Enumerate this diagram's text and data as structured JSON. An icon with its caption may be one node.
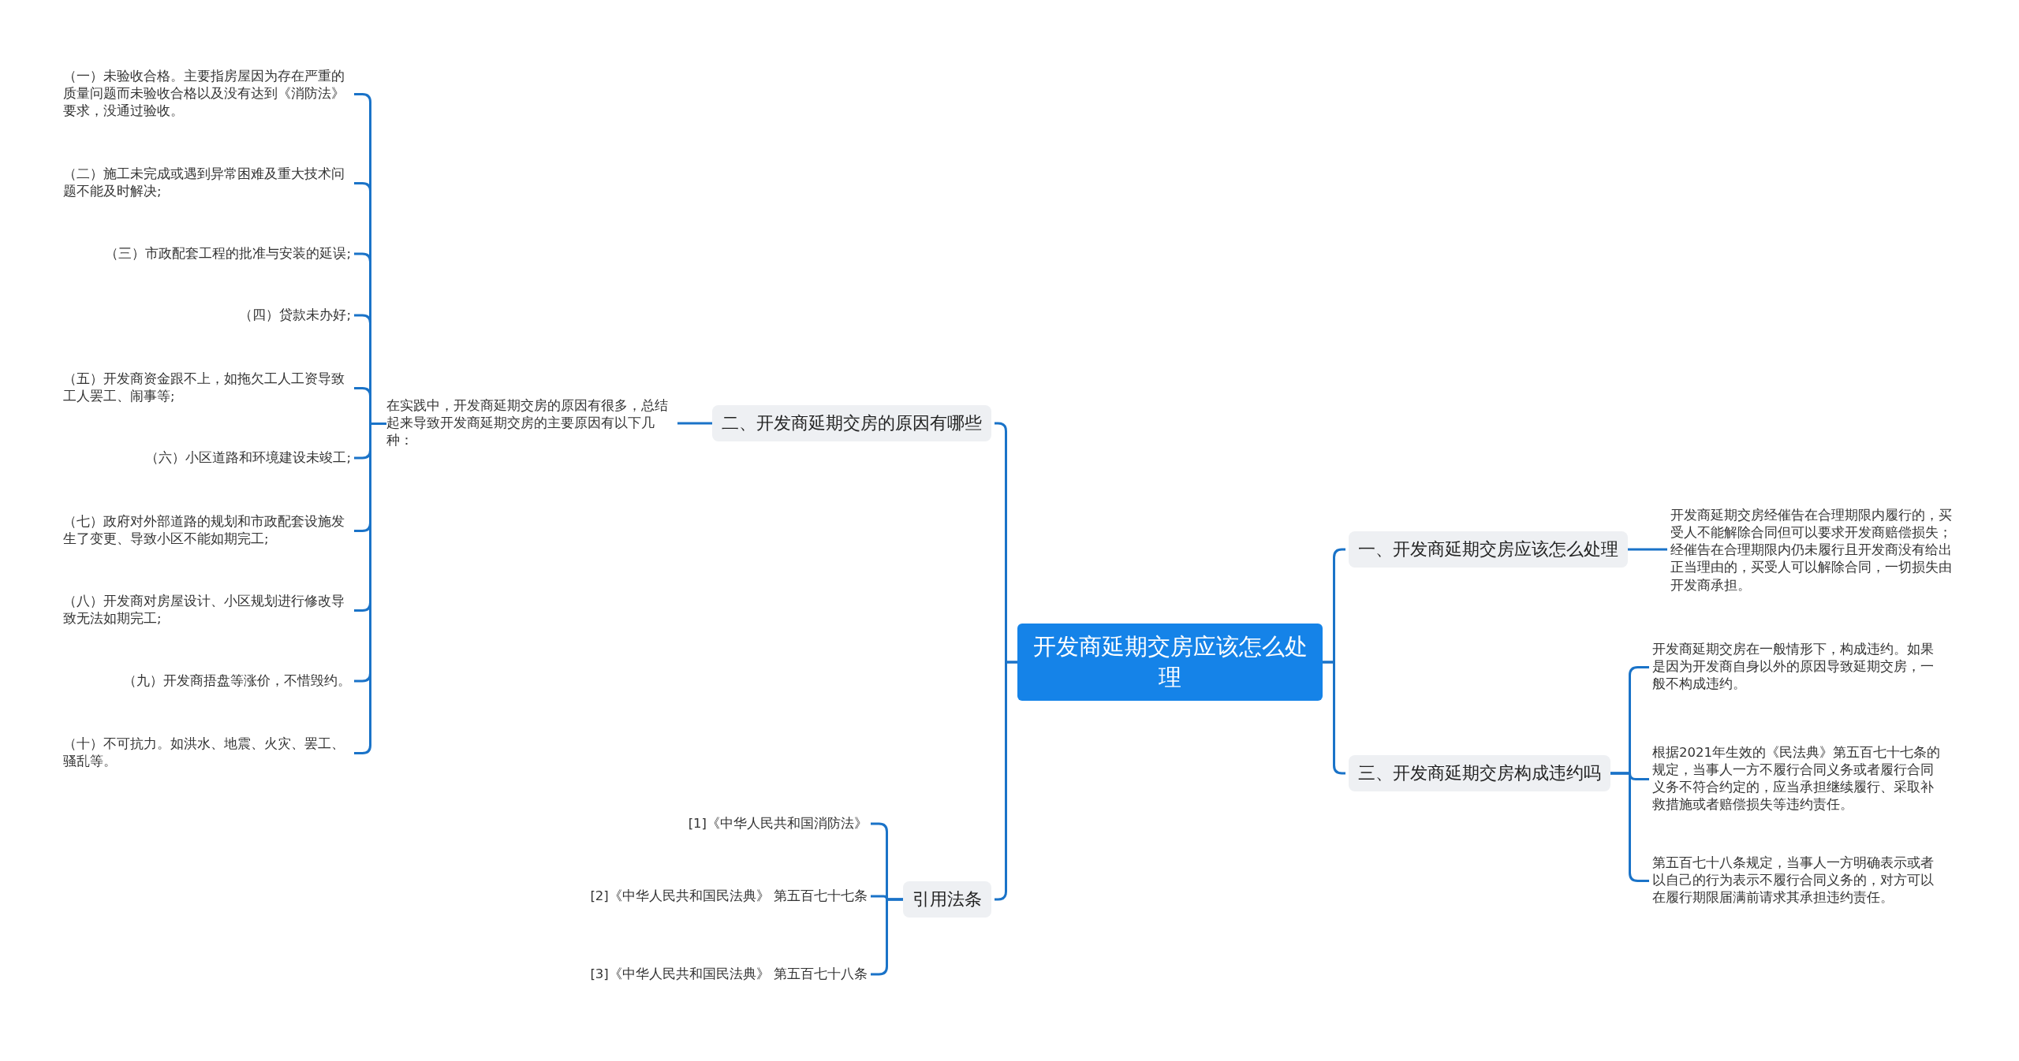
{
  "diagram": {
    "nodes": [
      {
        "text": [
          "开发商延期交房应该怎么处理"
        ]
      },
      {
        "text": [
          "二、开发商延期交房的原因有哪些"
        ]
      },
      {
        "text": [
          "在实践中，开发商延期交房的原因有很多，总结起来导致开发商延期交房的主要原因有以下几种："
        ]
      },
      {
        "text": [
          "（一）未验收合格。主要指房屋因为存在严重的质量问题而未验收合格以及没有达到《消防法》要求，没通过验收。"
        ]
      },
      {
        "text": [
          "（二）施工未完成或遇到异常困难及重大技术问题不能及时解决;"
        ]
      },
      {
        "text": [
          "（三）市政配套工程的批准与安装的延误;"
        ]
      },
      {
        "text": [
          "（四）贷款未办好;"
        ]
      },
      {
        "text": [
          "（五）开发商资金跟不上，如拖欠工人工资导致工人罢工、闹事等;"
        ]
      },
      {
        "text": [
          "（六）小区道路和环境建设未竣工;"
        ]
      },
      {
        "text": [
          "（七）政府对外部道路的规划和市政配套设施发生了变更、导致小区不能如期完工;"
        ]
      },
      {
        "text": [
          "（八）开发商对房屋设计、小区规划进行修改导致无法如期完工;"
        ]
      },
      {
        "text": [
          "（九）开发商捂盘等涨价，不惜毁约。"
        ]
      },
      {
        "text": [
          "（十）不可抗力。如洪水、地震、火灾、罢工、骚乱等。"
        ]
      },
      {
        "text": [
          "引用法条"
        ]
      },
      {
        "text": [
          "[1]《中华人民共和国消防法》"
        ]
      },
      {
        "text": [
          "[2]《中华人民共和国民法典》 第五百七十七条"
        ]
      },
      {
        "text": [
          "[3]《中华人民共和国民法典》 第五百七十八条"
        ]
      },
      {
        "text": [
          "一、开发商延期交房应该怎么处理"
        ]
      },
      {
        "text": [
          "开发商延期交房经催告在合理期限内履行的，买受人不能解除合同但可以要求开发商赔偿损失；经催告在合理期限内仍未履行且开发商没有给出正当理由的，买受人可以解除合同，一切损失由开发商承担。"
        ]
      },
      {
        "text": [
          "三、开发商延期交房构成违约吗"
        ]
      },
      {
        "text": [
          "开发商延期交房在一般情形下，构成违约。如果是因为开发商自身以外的原因导致延期交房，一般不构成违约。"
        ]
      },
      {
        "text": [
          "根据2021年生效的《民法典》第五百七十七条的规定，当事人一方不履行合同义务或者履行合同义务不符合约定的，应当承担继续履行、采取补救措施或者赔偿损失等违约责任。"
        ]
      },
      {
        "text": [
          "第五百七十八条规定，当事人一方明确表示或者以自己的行为表示不履行合同义务的，对方可以在履行期限届满前请求其承担违约责任。"
        ]
      }
    ],
    "edges": [
      {
        "from": 0,
        "to": 1,
        "arrow": "none"
      },
      {
        "from": 1,
        "to": 2,
        "arrow": "none"
      },
      {
        "from": 2,
        "to": 3,
        "arrow": "none"
      },
      {
        "from": 2,
        "to": 4,
        "arrow": "none"
      },
      {
        "from": 2,
        "to": 5,
        "arrow": "none"
      },
      {
        "from": 2,
        "to": 6,
        "arrow": "none"
      },
      {
        "from": 2,
        "to": 7,
        "arrow": "none"
      },
      {
        "from": 2,
        "to": 8,
        "arrow": "none"
      },
      {
        "from": 2,
        "to": 9,
        "arrow": "none"
      },
      {
        "from": 2,
        "to": 10,
        "arrow": "none"
      },
      {
        "from": 2,
        "to": 11,
        "arrow": "none"
      },
      {
        "from": 2,
        "to": 12,
        "arrow": "none"
      },
      {
        "from": 0,
        "to": 13,
        "arrow": "none"
      },
      {
        "from": 13,
        "to": 14,
        "arrow": "none"
      },
      {
        "from": 13,
        "to": 15,
        "arrow": "none"
      },
      {
        "from": 13,
        "to": 16,
        "arrow": "none"
      },
      {
        "from": 0,
        "to": 17,
        "arrow": "none"
      },
      {
        "from": 17,
        "to": 18,
        "arrow": "none"
      },
      {
        "from": 0,
        "to": 19,
        "arrow": "none"
      },
      {
        "from": 19,
        "to": 20,
        "arrow": "none"
      },
      {
        "from": 19,
        "to": 21,
        "arrow": "none"
      },
      {
        "from": 19,
        "to": 22,
        "arrow": "none"
      }
    ]
  }
}
